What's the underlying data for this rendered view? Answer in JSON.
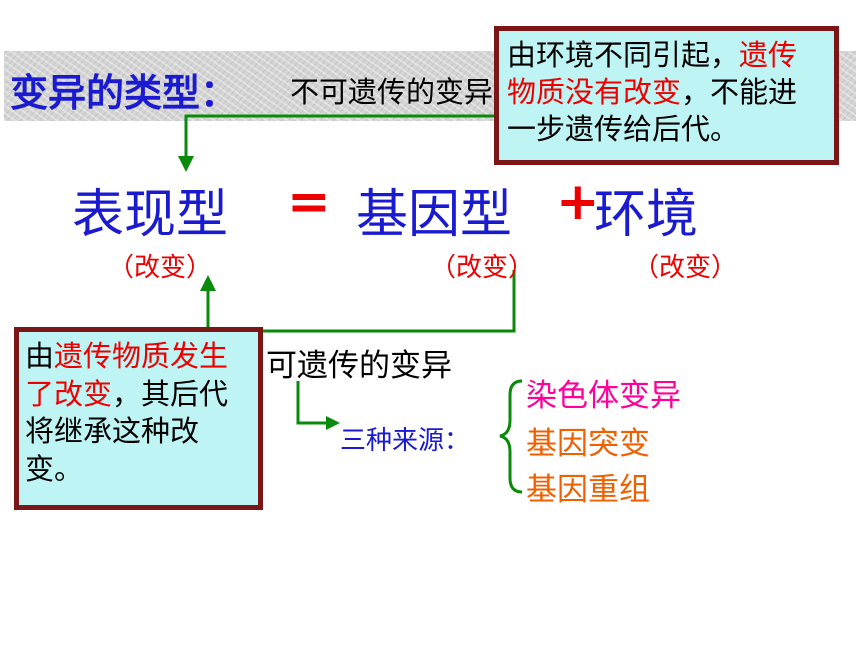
{
  "title": {
    "prefix": "变异的类型",
    "colon": "：",
    "non_heritable": "不可遗传的变异"
  },
  "note_top": {
    "part1": "由环境不同引起，",
    "part2_red": "遗传物质没有改变",
    "part3": "，不能进一步遗传给后代。"
  },
  "equation": {
    "phenotype": "表现型",
    "equals": "=",
    "genotype": "基因型",
    "plus": "+",
    "environment": "环境"
  },
  "changes": {
    "phenotype": "（改变）",
    "genotype": "（改变）",
    "environment": "（改变）"
  },
  "note_left": {
    "part1": "由",
    "part2_red": "遗传物质发生了改变",
    "part3": "，其后代将继承这种改变。"
  },
  "heritable": "可遗传的变异",
  "sources_label": "三种来源：",
  "sources": [
    "染色体变异",
    "基因突变",
    "基因重组"
  ],
  "colors": {
    "title_blue": "#1a1ad0",
    "red": "#ee0000",
    "arrow_green": "#0a8a0a",
    "note_bg": "#bff4f4",
    "note_border": "#7b1616",
    "pink": "#ff0099",
    "orange": "#f06000"
  }
}
